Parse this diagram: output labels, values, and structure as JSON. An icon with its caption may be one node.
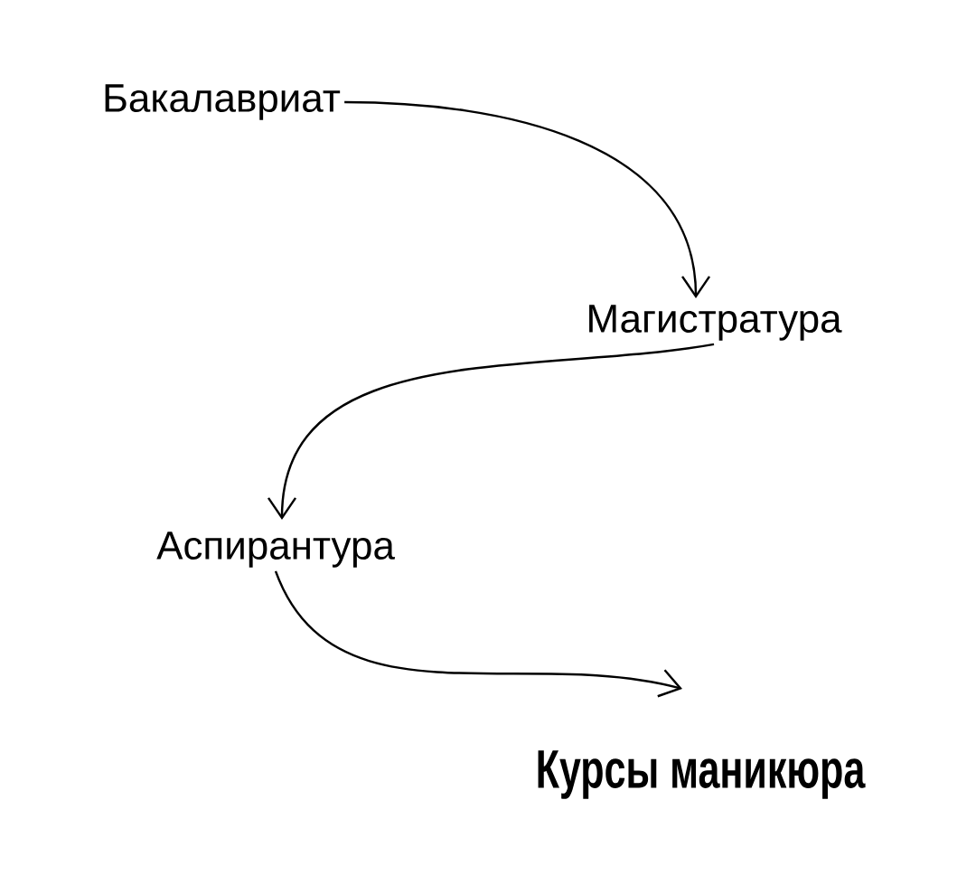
{
  "diagram": {
    "nodes": [
      {
        "text": [
          "Бакалавриат"
        ]
      },
      {
        "text": [
          "Магистратура"
        ]
      },
      {
        "text": [
          "Аспирантура"
        ]
      },
      {
        "text": [
          "Курсы маникюра"
        ]
      }
    ],
    "edges": [
      {
        "from": 0,
        "to": 1,
        "arrow": "to"
      },
      {
        "from": 1,
        "to": 2,
        "arrow": "to"
      },
      {
        "from": 2,
        "to": 3,
        "arrow": "to"
      }
    ]
  }
}
